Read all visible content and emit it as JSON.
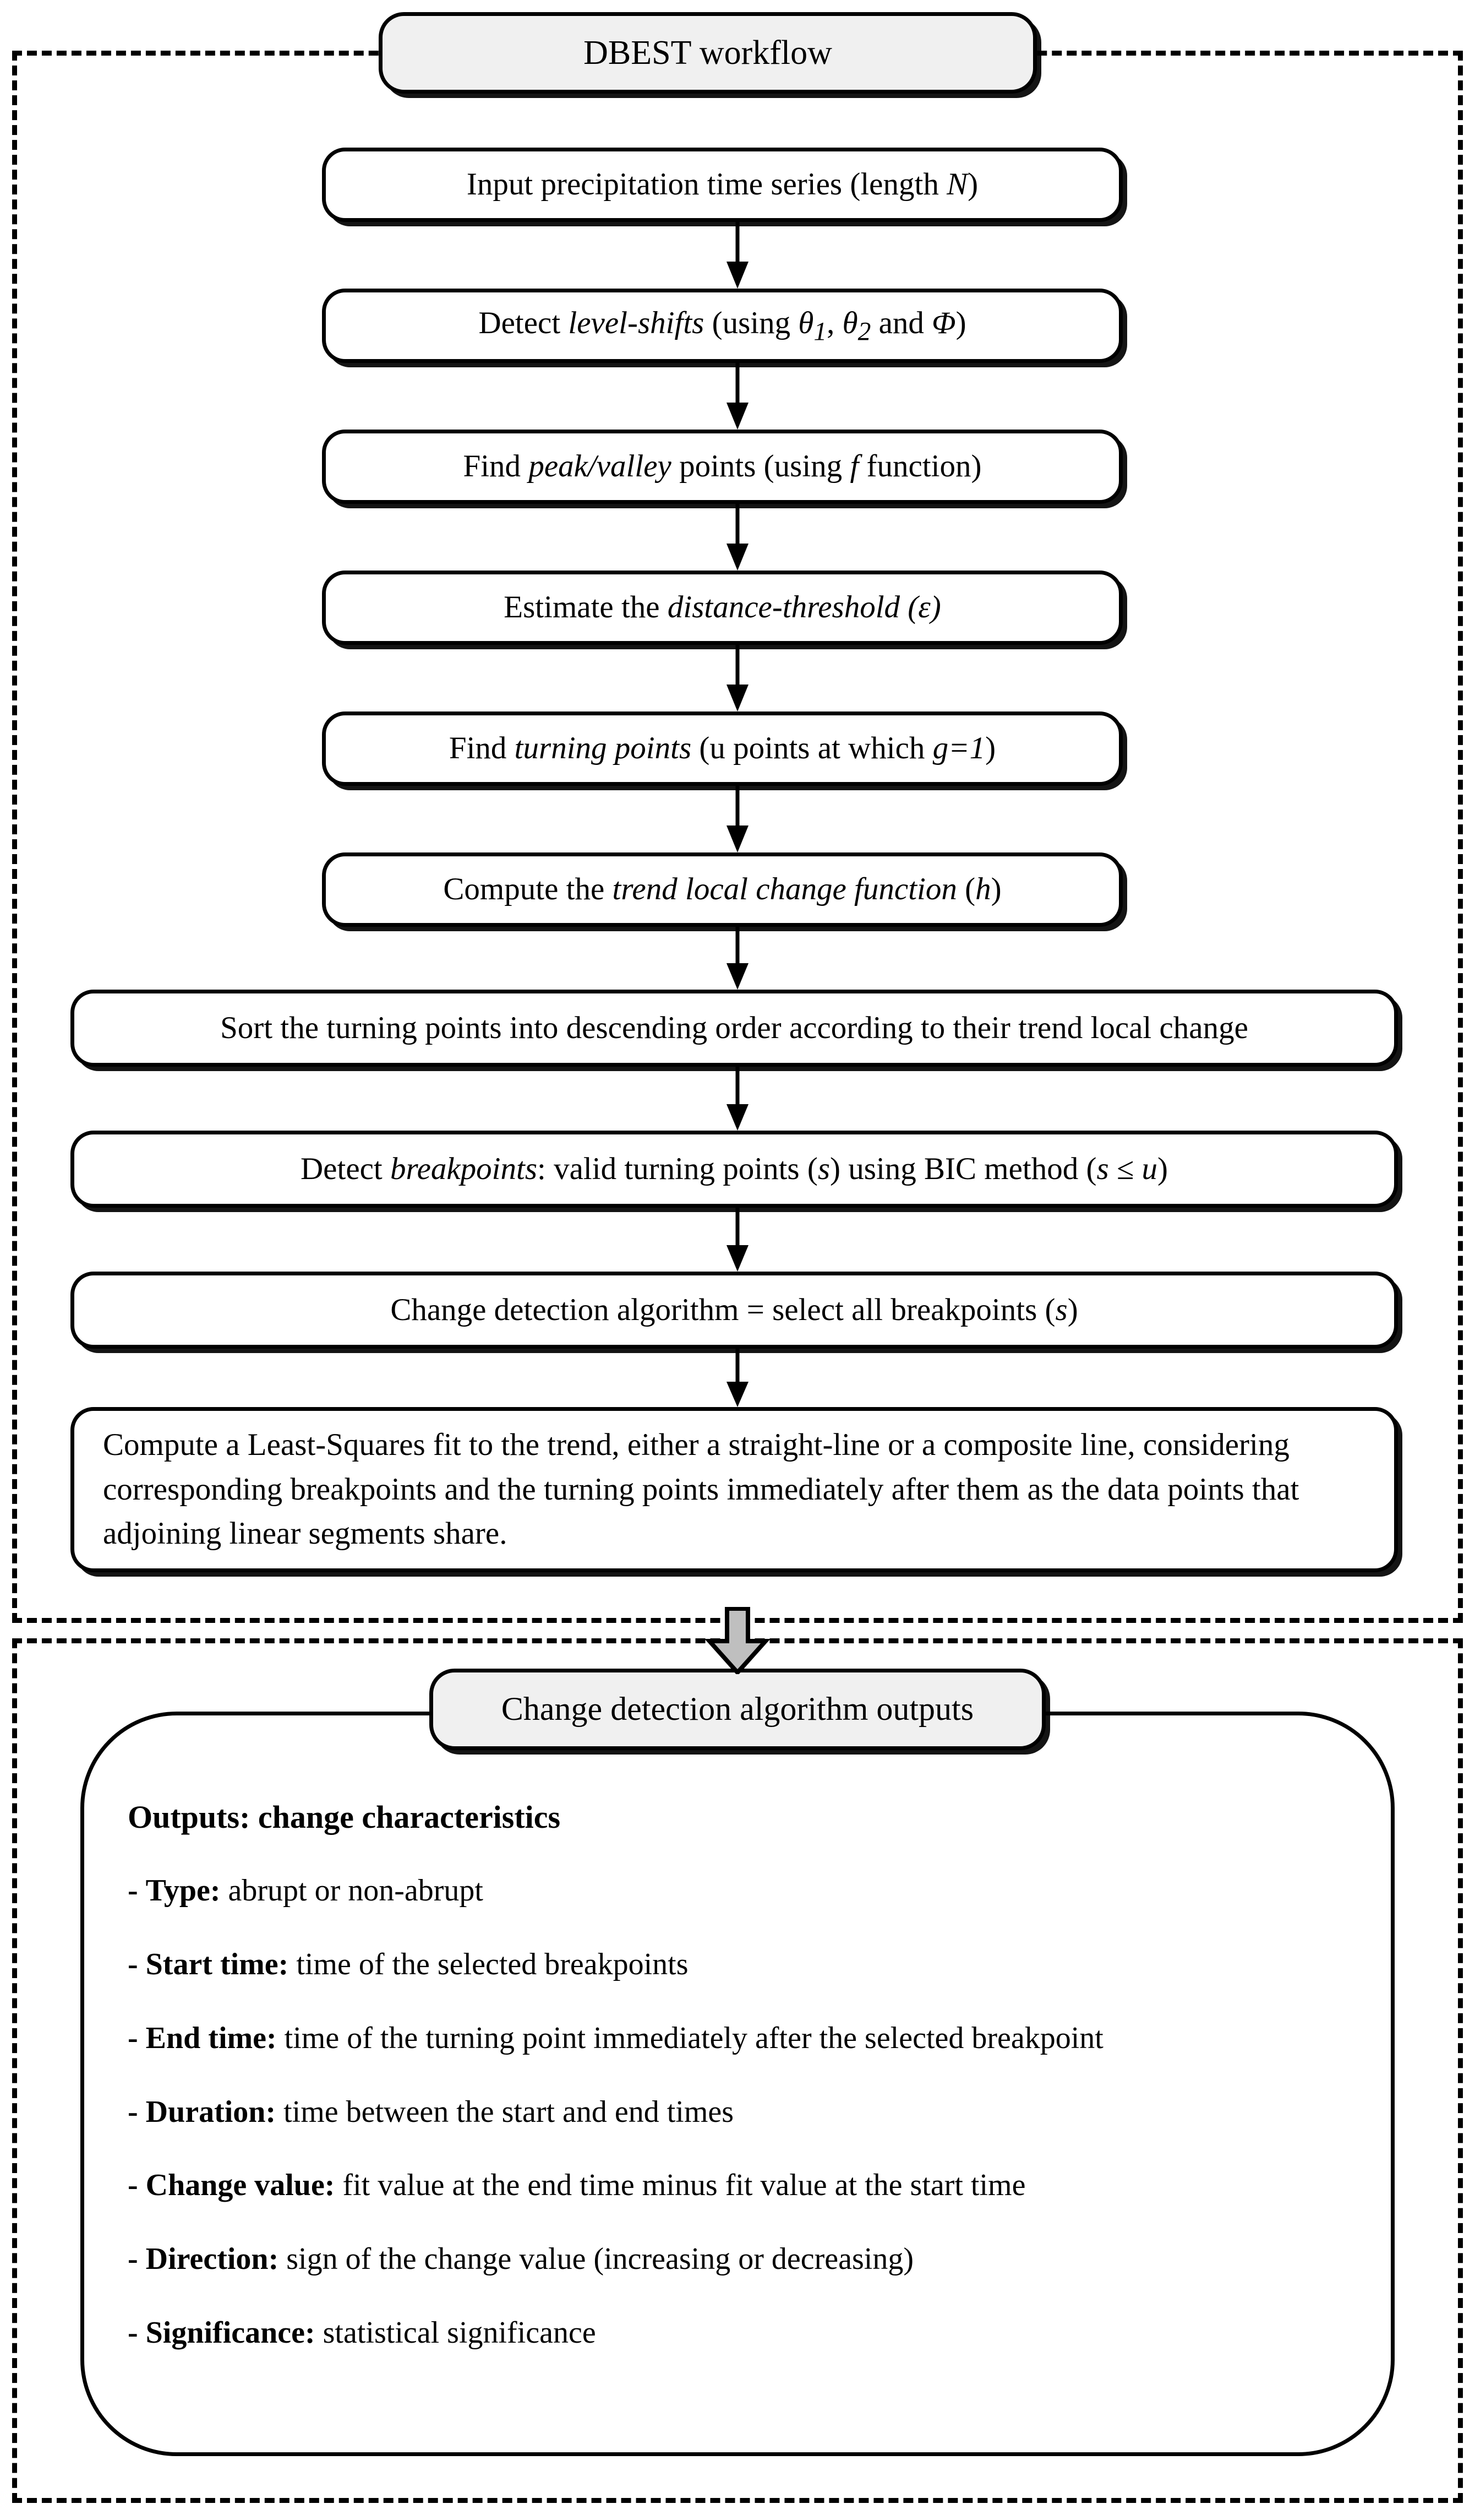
{
  "workflow": {
    "title": "DBEST workflow",
    "steps": [
      {
        "id": "input",
        "text": "Input precipitation time series (length N)"
      },
      {
        "id": "levelshift",
        "text": "Detect level-shifts (using θ₁, θ₂ and Φ)"
      },
      {
        "id": "peak",
        "text": "Find peak/valley points (using f function)"
      },
      {
        "id": "threshold",
        "text": "Estimate the distance-threshold (ε)"
      },
      {
        "id": "turning",
        "text": "Find turning points (u points at which g=1)"
      },
      {
        "id": "trendfn",
        "text": "Compute the trend local change function (h)"
      },
      {
        "id": "sort",
        "text": "Sort the turning points into descending order according to their trend local change"
      },
      {
        "id": "breakpoints",
        "text": "Detect breakpoints: valid turning points (s) using BIC method (s ≤ u)"
      },
      {
        "id": "cda",
        "text": "Change detection algorithm = select all breakpoints (s)"
      },
      {
        "id": "leastsquares",
        "text": "Compute a Least-Squares fit to the trend, either a straight-line or a composite line, considering corresponding breakpoints and the turning points immediately after them as the data points that adjoining linear segments share."
      }
    ]
  },
  "outputs_panel": {
    "title": "Change detection algorithm outputs",
    "heading": "Outputs: change characteristics",
    "bullet_dash": "-",
    "items": [
      {
        "label": "Type:",
        "desc": "abrupt or non-abrupt"
      },
      {
        "label": "Start time:",
        "desc": "time of the selected breakpoints"
      },
      {
        "label": "End time:",
        "desc": "time of the turning point immediately after the selected breakpoint"
      },
      {
        "label": "Duration:",
        "desc": "time between the start and end times"
      },
      {
        "label": "Change value:",
        "desc": "fit value at the end time minus fit value at the start time"
      },
      {
        "label": "Direction:",
        "desc": "sign of the change value (increasing or decreasing)"
      },
      {
        "label": "Significance:",
        "desc": "statistical significance"
      }
    ]
  },
  "colors": {
    "stroke": "#000000",
    "header_fill": "#f0f0f0",
    "block_arrow_fill": "#bfbfbf",
    "background": "#ffffff"
  }
}
